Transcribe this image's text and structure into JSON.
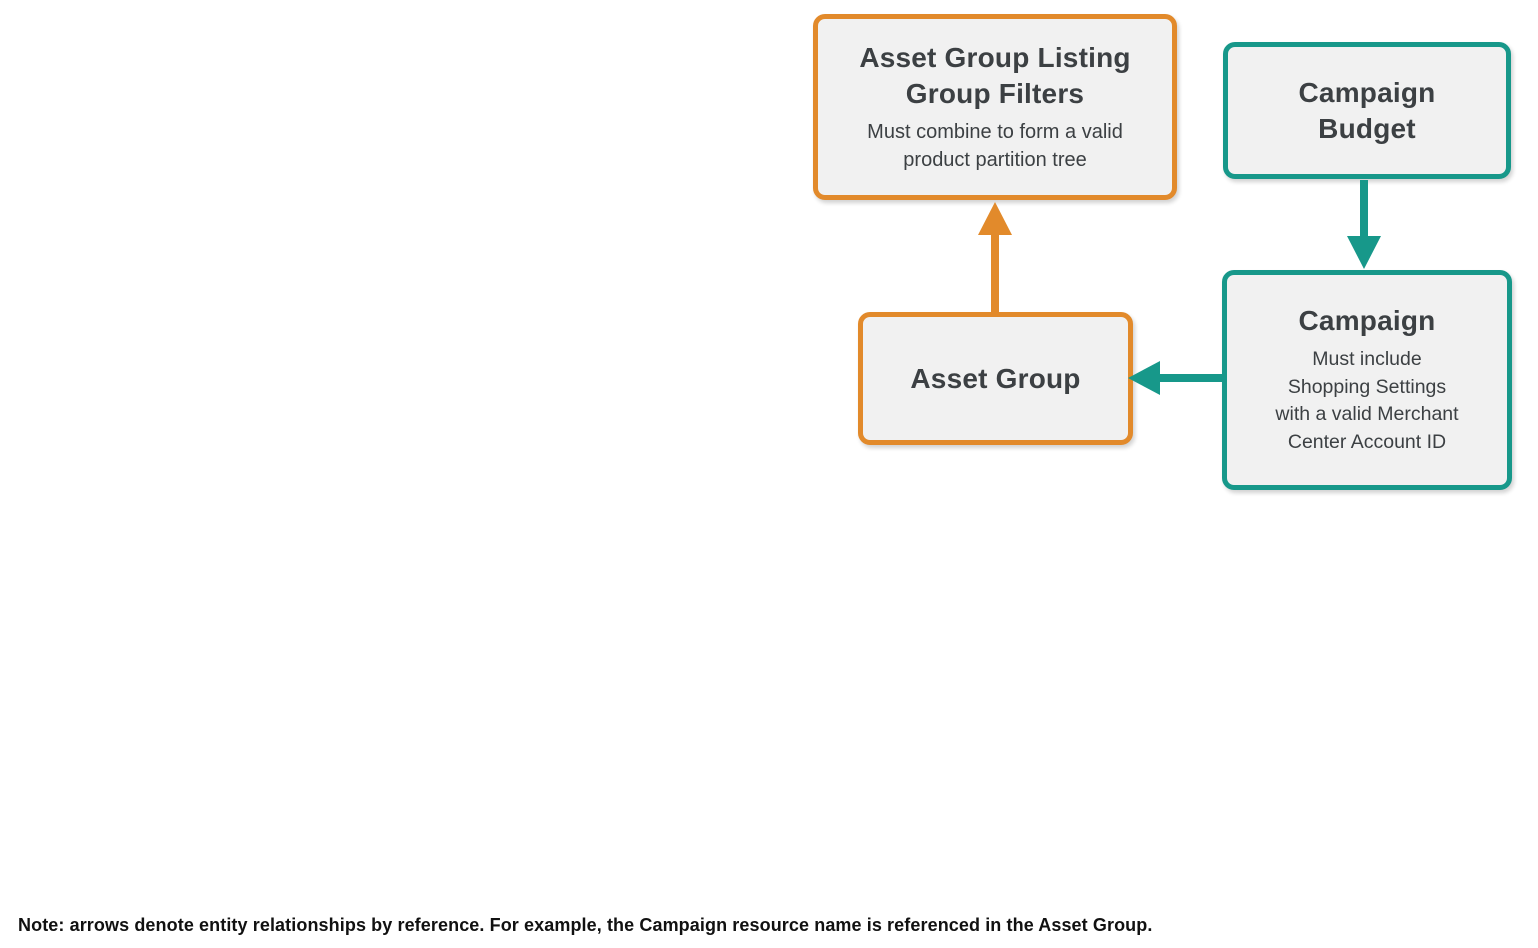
{
  "colors": {
    "orange": "#E28A2B",
    "teal": "#17988A",
    "node_fill": "#F1F1F1",
    "node_text": "#3C4043",
    "note_text": "#111111",
    "page_bg": "#FFFFFF"
  },
  "nodes": {
    "asset_group_listing_group_filters": {
      "title": "Asset Group Listing\nGroup Filters",
      "subtitle": "Must combine to form a valid\nproduct partition tree",
      "accent": "orange"
    },
    "campaign_budget": {
      "title": "Campaign\nBudget",
      "accent": "teal"
    },
    "asset_group": {
      "title": "Asset Group",
      "accent": "orange"
    },
    "campaign": {
      "title": "Campaign",
      "subtitle": "Must include\nShopping Settings\nwith a valid Merchant\nCenter Account ID",
      "accent": "teal"
    }
  },
  "arrows": [
    {
      "from": "asset_group",
      "to": "asset_group_listing_group_filters",
      "color": "orange",
      "direction": "up"
    },
    {
      "from": "campaign_budget",
      "to": "campaign",
      "color": "teal",
      "direction": "down"
    },
    {
      "from": "campaign",
      "to": "asset_group",
      "color": "teal",
      "direction": "left"
    }
  ],
  "note": "Note: arrows denote entity relationships by reference. For example, the Campaign resource name is referenced in the Asset Group."
}
